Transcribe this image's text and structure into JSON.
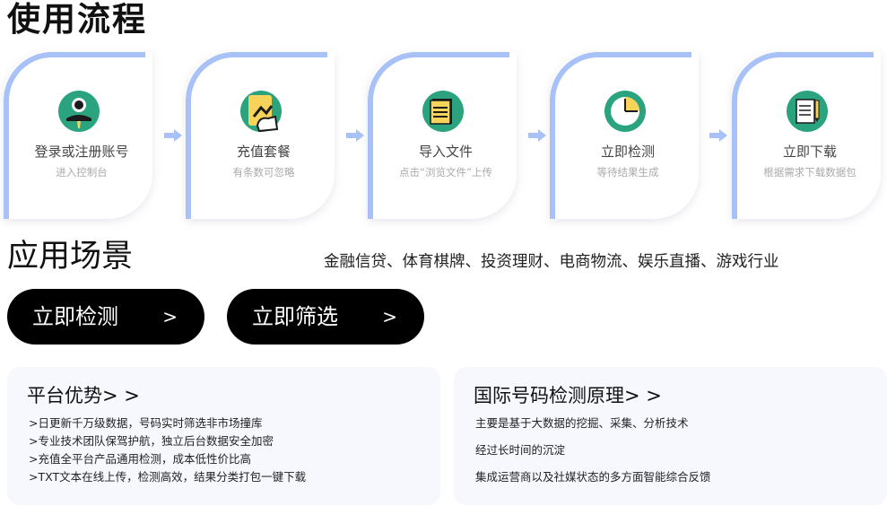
{
  "usage": {
    "title": "使用流程",
    "steps": [
      {
        "label": "登录或注册账号",
        "sub": "进入控制台",
        "icon": "user-icon"
      },
      {
        "label": "充值套餐",
        "sub": "有条数可忽略",
        "icon": "recharge-icon"
      },
      {
        "label": "导入文件",
        "sub": "点击“浏览文件”上传",
        "icon": "document-icon"
      },
      {
        "label": "立即检测",
        "sub": "等待结果生成",
        "icon": "timer-icon"
      },
      {
        "label": "立即下载",
        "sub": "根据需求下载数据包",
        "icon": "download-list-icon"
      }
    ]
  },
  "scenes": {
    "title": "应用场景",
    "text": "金融信贷、体育棋牌、投资理财、电商物流、娱乐直播、游戏行业"
  },
  "buttons": {
    "detect": {
      "label": "立即检测",
      "arrow": ">"
    },
    "filter": {
      "label": "立即筛选",
      "arrow": ">"
    }
  },
  "advantages": {
    "title": "平台优势> >",
    "lines": [
      ">日更新千万级数据，号码实时筛选非市场撞库",
      ">专业技术团队保驾护航，独立后台数据安全加密",
      ">充值全平台产品通用检测，成本低性价比高",
      ">TXT文本在线上传，检测高效，结果分类打包一键下载"
    ]
  },
  "principle": {
    "title": "国际号码检测原理> >",
    "lines": [
      "主要是基于大数据的挖掘、采集、分析技术",
      "经过长时间的沉淀",
      "集成运营商以及社媒状态的多方面智能综合反馈"
    ]
  },
  "colors": {
    "accent": "#a8c2f7",
    "icon_green": "#2aa37e",
    "icon_yellow": "#f7d35a",
    "button_bg": "#000000",
    "panel_bg": "#f6f8fd"
  }
}
